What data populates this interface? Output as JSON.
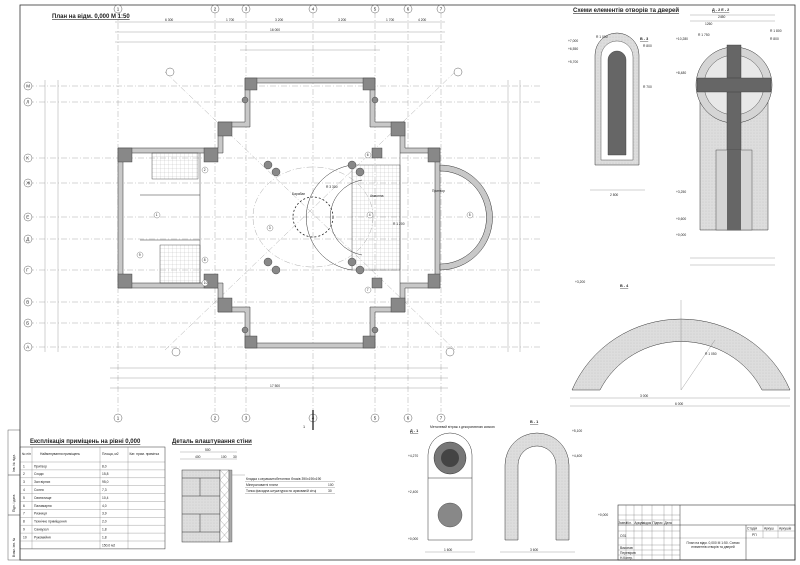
{
  "plan": {
    "title": "План на відм. 0,000  М 1:50",
    "column_axes": [
      "1",
      "2",
      "3",
      "4",
      "5",
      "6",
      "7"
    ],
    "row_axes": [
      "М",
      "Л",
      "К",
      "Ж",
      "Е",
      "Д",
      "Г",
      "В",
      "Б",
      "А"
    ],
    "top_dims": [
      "6 300",
      "1 700",
      "3 200",
      "3 200",
      "1 700",
      "4 200"
    ],
    "overall_top": "16 000",
    "bottom_overall": "17 500",
    "room_numbers": [
      "1",
      "2",
      "3",
      "4",
      "5",
      "6",
      "7",
      "8",
      "9",
      "10"
    ],
    "labels": {
      "vault": "Барабан",
      "solea": "Амвонна",
      "porch": "Притвор",
      "radius1": "R 3 300",
      "radius2": "R 1 200",
      "section_mark": "1"
    }
  },
  "openings": {
    "title": "Схеми елементів отворів та дверей",
    "v3": {
      "title": "В - 3",
      "r1": "R 1 000",
      "r2": "R 800",
      "r3": "R 700",
      "lvl1": "+7,000",
      "lvl2": "+6,550",
      "lvl3": "+5,700",
      "w": "2 800"
    },
    "d2e2": {
      "title": "Д - 2   Е - 2",
      "r1": "R 1 750",
      "r2": "R 1 800",
      "r3": "R 800",
      "lvl1": "+10,280",
      "lvl2": "+8,480",
      "lvl3": "+3,250",
      "lvl4": "+0,600",
      "lvl5": "+0,000",
      "top1": "2450",
      "top2": "1260"
    },
    "v4": {
      "title": "В - 4",
      "r": "R 1 050",
      "lvl": "+3,200",
      "w": "6 000",
      "w2": "3 000"
    },
    "d1": {
      "title": "Д - 1",
      "note": "Металевий вітраж з декоративною ковкою",
      "lvl1": "+4,270",
      "lvl2": "+2,400",
      "lvl3": "+0,000",
      "w": "1 600"
    },
    "v1": {
      "title": "В - 1",
      "lvl1": "+5,100",
      "lvl2": "+4,400",
      "w": "3 600"
    }
  },
  "rooms_table": {
    "title": "Експлікація приміщень на рівні 0,000",
    "headers": [
      "№ п/п",
      "Найменування приміщень",
      "Площа, м2",
      "Кат. прим. примітка"
    ],
    "rows": [
      [
        "1",
        "Притвор",
        "8,0",
        ""
      ],
      [
        "2",
        "Сходи",
        "15,8",
        ""
      ],
      [
        "3",
        "Зал вірних",
        "95,0",
        ""
      ],
      [
        "4",
        "Солея",
        "7,3",
        ""
      ],
      [
        "5",
        "Святилище",
        "10,4",
        ""
      ],
      [
        "6",
        "Паламарня",
        "4,0",
        ""
      ],
      [
        "7",
        "Ризниця",
        "3,9",
        ""
      ],
      [
        "8",
        "Технічне приміщення",
        "2,0",
        ""
      ],
      [
        "9",
        "Санвузол",
        "1,8",
        ""
      ],
      [
        "10",
        "Рукомийня",
        "1,8",
        ""
      ]
    ],
    "total": "150,0 м2"
  },
  "wall_detail": {
    "title": "Деталь влаштування стіни",
    "dims": [
      "500",
      "400",
      "100",
      "30"
    ],
    "layers": [
      {
        "text": "Кладка з керамзитобетонних блоків  390х190х190",
        "value": ""
      },
      {
        "text": "Мінераловатні плити",
        "value": "100"
      },
      {
        "text": "Тонка фасадна штукатурка по армованій сітці",
        "value": "30"
      }
    ]
  },
  "stamp_strip": [
    "Інв. № підл.",
    "Підп. і дата",
    "Взам. інв. №"
  ],
  "title_block": {
    "cols": [
      "Зміна",
      "Кіл.",
      "Аркуш",
      "№док",
      "Підпис",
      "Дата"
    ],
    "code": "ОЗ1",
    "roles": [
      "Виконав",
      "Перевірив",
      "Н.Контр."
    ],
    "stage_headers": [
      "Стадія",
      "Аркуш",
      "Аркушів"
    ],
    "stage": "РП",
    "sheet_title": "План на відм. 0,000 М 1:50. Схеми елементів отворів та дверей",
    "level_mark": "+0,000"
  }
}
